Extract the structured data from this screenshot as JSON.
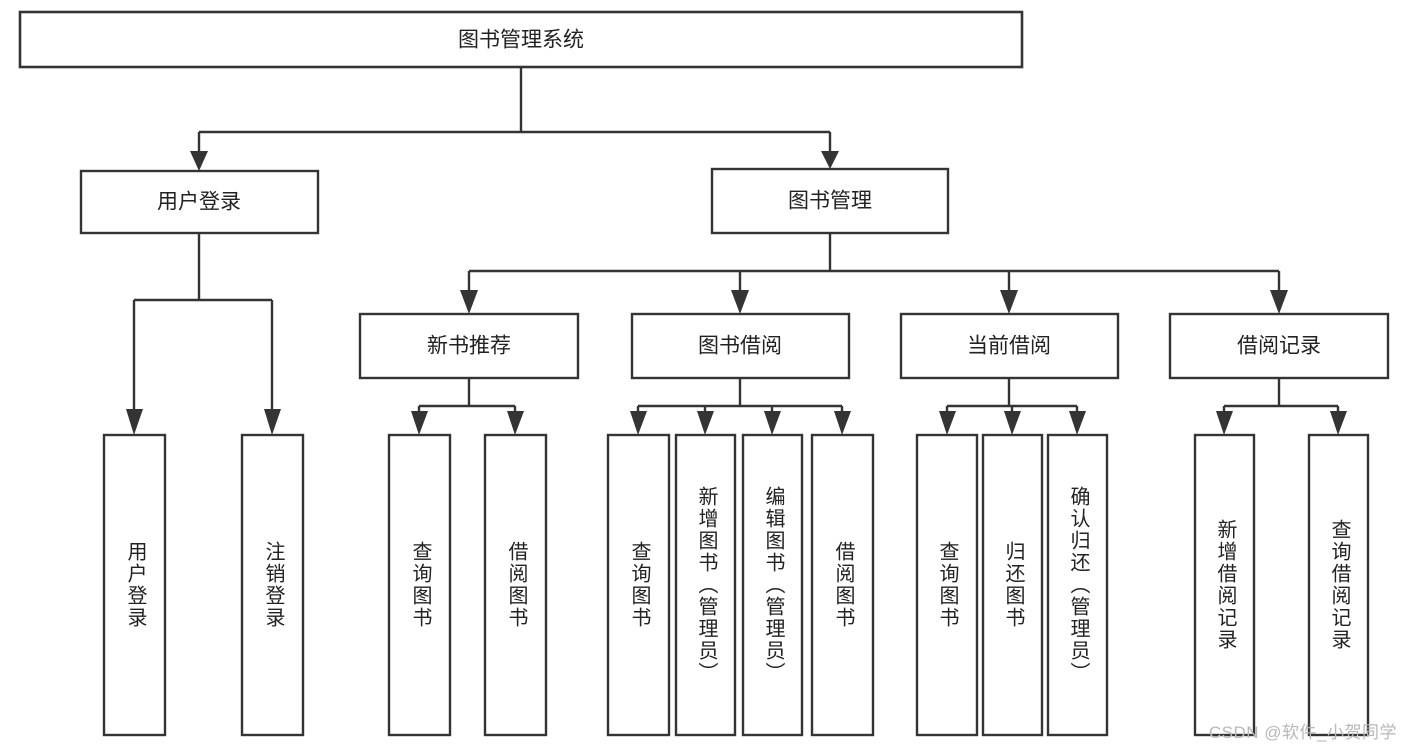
{
  "diagram": {
    "title": "图书管理系统",
    "type": "tree",
    "watermark": "CSDN @软件_小贺同学",
    "levels": {
      "root": "图书管理系统",
      "level2": [
        "用户登录",
        "图书管理"
      ],
      "level3": [
        "新书推荐",
        "图书借阅",
        "当前借阅",
        "借阅记录"
      ]
    },
    "nodes": {
      "root": {
        "label": "图书管理系统"
      },
      "user_login": {
        "label": "用户登录"
      },
      "book_manage": {
        "label": "图书管理"
      },
      "new_book_rec": {
        "label": "新书推荐"
      },
      "book_borrow": {
        "label": "图书借阅"
      },
      "current_borrow": {
        "label": "当前借阅"
      },
      "borrow_record": {
        "label": "借阅记录"
      },
      "leaf_user_login": {
        "label": "用户登录"
      },
      "leaf_user_logout": {
        "label": "注销登录"
      },
      "leaf_query_book_1": {
        "label": "查询图书"
      },
      "leaf_borrow_book_1": {
        "label": "借阅图书"
      },
      "leaf_query_book_2": {
        "label": "查询图书"
      },
      "leaf_add_book": {
        "label": "新增图书（管理员）"
      },
      "leaf_edit_book": {
        "label": "编辑图书（管理员）"
      },
      "leaf_borrow_book_2": {
        "label": "借阅图书"
      },
      "leaf_query_book_3": {
        "label": "查询图书"
      },
      "leaf_return_book": {
        "label": "归还图书"
      },
      "leaf_confirm_return": {
        "label": "确认归还（管理员）"
      },
      "leaf_add_record": {
        "label": "新增借阅记录"
      },
      "leaf_query_record": {
        "label": "查询借阅记录"
      }
    },
    "colors": {
      "background": "#ffffff",
      "stroke": "#343434",
      "text": "#222222",
      "watermark": "#b8b8b8"
    }
  }
}
